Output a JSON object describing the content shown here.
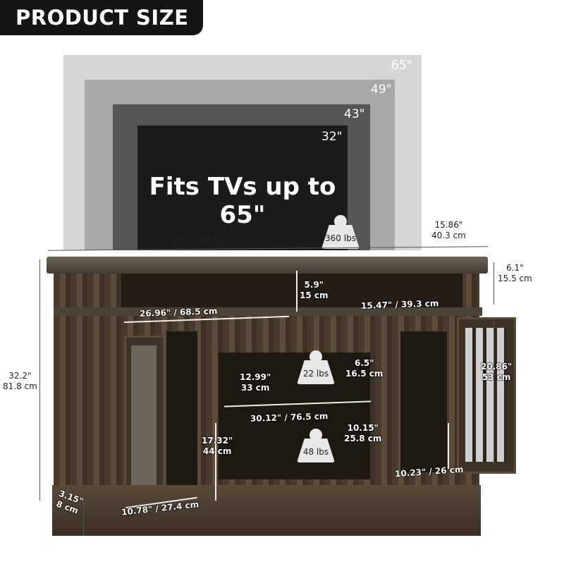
{
  "header": {
    "title": "PRODUCT SIZE"
  },
  "tv_sizes": [
    {
      "label": "65\"",
      "color": "#d6d6d6"
    },
    {
      "label": "49\"",
      "color": "#a8a8a8"
    },
    {
      "label": "43\"",
      "color": "#555555"
    },
    {
      "label": "32\"",
      "color": "#1b1b1b"
    }
  ],
  "tagline": "Fits TVs up to 65\"",
  "weights": {
    "top": "360 lbs",
    "middle_shelf": "22 lbs",
    "bottom_shelf": "48 lbs"
  },
  "dimensions": {
    "width": "58\" / 147.5 cm",
    "depth_in": "15.86\"",
    "depth_cm": "40.3 cm",
    "top_gap_in": "6.1\"",
    "top_gap_cm": "15.5 cm",
    "height_in": "32.2\"",
    "height_cm": "81.8 cm",
    "base_in": "3.15\"",
    "base_cm": "8 cm",
    "upper_height_in": "5.9\"",
    "upper_height_cm": "15 cm",
    "upper_width": "26.96\" / 68.5 cm",
    "upper_depth": "15.47\" / 39.3 cm",
    "center_depth_in": "12.99\"",
    "center_depth_cm": "33 cm",
    "center_top_in": "6.5\"",
    "center_top_cm": "16.5 cm",
    "center_width": "30.12\" / 76.5 cm",
    "center_height_in": "17.32\"",
    "center_height_cm": "44 cm",
    "center_bottom_in": "10.15\"",
    "center_bottom_cm": "25.8 cm",
    "right_cab_in": "20.86\"",
    "right_cab_cm": "53 cm",
    "right_cab_width": "10.23\" / 26 cm",
    "left_cab_width": "10.78\" / 27.4 cm"
  }
}
